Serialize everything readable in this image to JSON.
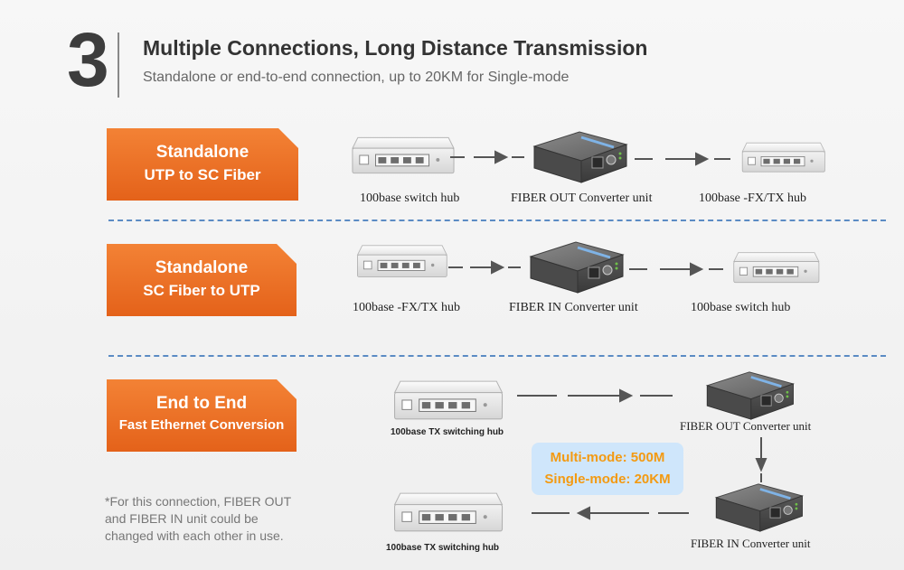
{
  "header": {
    "number": "3",
    "title": "Multiple Connections, Long Distance Transmission",
    "subtitle": "Standalone or end-to-end connection, up to  20KM for Single-mode"
  },
  "rows": [
    {
      "banner": [
        "Standalone",
        "UTP to SC Fiber"
      ],
      "labels": [
        "100base switch hub",
        "FIBER OUT Converter unit",
        "100base -FX/TX hub"
      ]
    },
    {
      "banner": [
        "Standalone",
        "SC Fiber to UTP"
      ],
      "labels": [
        "100base -FX/TX hub",
        "FIBER IN Converter unit",
        "100base switch hub"
      ]
    },
    {
      "banner": [
        "End to End",
        "Fast Ethernet Conversion"
      ],
      "labels": [
        "100base TX switching  hub",
        "FIBER OUT Converter unit",
        "FIBER IN Converter unit",
        "100base TX switching hub"
      ]
    }
  ],
  "modes": [
    "Multi-mode:  500M",
    "Single-mode: 20KM"
  ],
  "note": [
    "*For this connection, FIBER OUT",
    "and FIBER IN unit could be",
    "changed with each other in use."
  ],
  "colors": {
    "banner": "#ef7427",
    "separator": "#5b8bc4",
    "mode_box": "#cfe6fb",
    "mode_text": "#f39a12"
  }
}
